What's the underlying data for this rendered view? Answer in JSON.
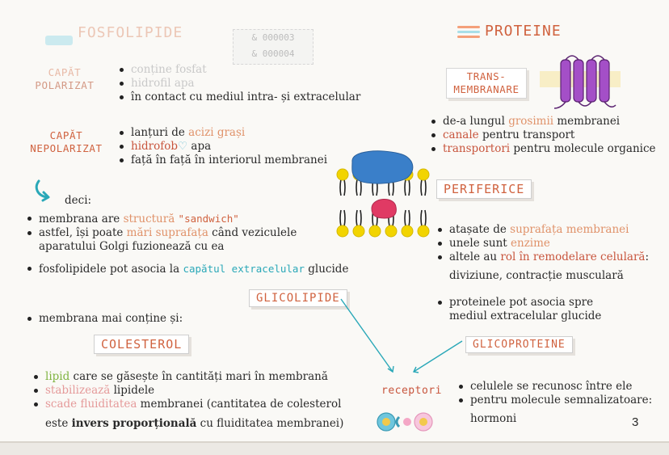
{
  "fosfolipide": {
    "title": "FOSFOLIPIDE",
    "polar": {
      "label_line1": "CAPĂT",
      "label_line2": "POLARIZAT",
      "items": [
        {
          "text": "conține fosfat"
        },
        {
          "pre": "",
          "hl": "hidrofil",
          "post": " apa"
        },
        {
          "text": "în contact cu mediul intra- și extracelular"
        }
      ]
    },
    "nonpolar": {
      "label_line1": "CAPĂT",
      "label_line2": "NEPOLARIZAT",
      "items": [
        {
          "pre": "lanțuri de ",
          "hl": "acizi grași",
          "post": ""
        },
        {
          "pre": "",
          "hl": "hidrofob",
          "post": " apa"
        },
        {
          "pre": "față în față în interiorul membranei",
          "hl": "",
          "post": ""
        }
      ]
    },
    "deci": "deci:",
    "conclusions": [
      {
        "pre": "membrana are ",
        "hl": "structură",
        "mid": " ",
        "hl2": "\"sandwich\"",
        "post": ""
      },
      {
        "pre": "astfel, își poate ",
        "hl": "mări suprafața",
        "post": " când veziculele aparatului Golgi fuzionează cu ea"
      },
      {
        "pre": "fosfolipidele pot asocia la ",
        "hl": "capătul extracelular",
        "post": " glucide"
      }
    ]
  },
  "glicolipide": {
    "title": "GLICOLIPIDE"
  },
  "colesterol": {
    "intro": "membrana mai conține și:",
    "title": "COLESTEROL",
    "items": [
      {
        "pre": "",
        "hl": "lipid",
        "post": " care se găsește în cantități mari în membrană"
      },
      {
        "pre": "",
        "hl": "stabilizează",
        "post": " lipidele"
      },
      {
        "pre": "",
        "hl": "scade fluiditatea",
        "post": " membranei (cantitatea de colesterol"
      },
      {
        "line2_pre": "este ",
        "line2_bold": "invers proporțională",
        "line2_post": " cu fluiditatea membranei)"
      }
    ]
  },
  "proteine": {
    "title": "PROTEINE",
    "trans": {
      "label_line1": "TRANS-",
      "label_line2": "MEMBRANARE",
      "items": [
        {
          "pre": "de-a lungul ",
          "hl": "grosimii",
          "post": " membranei"
        },
        {
          "pre": "",
          "hl": "canale",
          "post": " pentru transport"
        },
        {
          "pre": "",
          "hl": "transportori",
          "post": " pentru molecule organice"
        }
      ]
    },
    "periferice": {
      "title": "PERIFERICE",
      "items": [
        {
          "pre": "atașate de ",
          "hl": "suprafața membranei",
          "post": ""
        },
        {
          "pre": "unele sunt ",
          "hl": "enzime",
          "post": ""
        },
        {
          "pre": "altele au ",
          "hl": "rol în remodelare celulară",
          "post": ":"
        },
        {
          "line2": "diviziune, contracție musculară"
        }
      ]
    },
    "glucide_note_line1": "proteinele pot asocia spre",
    "glucide_note_line2": "mediul extracelular glucide"
  },
  "glicoproteine": {
    "title": "GLICOPROTEINE",
    "receptori": "receptori",
    "items": [
      {
        "text": "celulele se recunosc între ele"
      },
      {
        "text": "pentru molecule semnalizatoare:"
      },
      {
        "line2": "hormoni"
      }
    ]
  },
  "page_number": "3",
  "stamp": {
    "line1": "& 000003",
    "line2": "& 000004"
  },
  "colors": {
    "accent": "#d0623f",
    "teal": "#2aa8b8",
    "purple": "#9b59b6",
    "blue": "#3a7fc9",
    "yellow": "#f2d400"
  }
}
